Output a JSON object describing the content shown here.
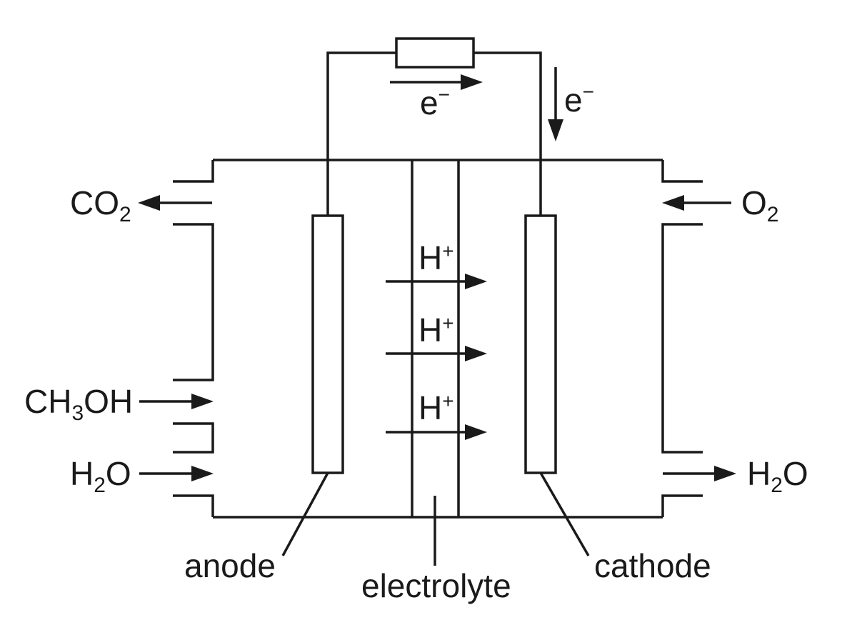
{
  "labels": {
    "anode": "anode",
    "cathode": "cathode",
    "electrolyte": "electrolyte"
  },
  "species": {
    "co2": {
      "main": "CO",
      "sub": "2"
    },
    "o2": {
      "main": "O",
      "sub": "2"
    },
    "methanol": {
      "pre": "CH",
      "sub": "3",
      "post": "OH"
    },
    "water_in": {
      "pre": "H",
      "sub": "2",
      "post": "O"
    },
    "water_out": {
      "pre": "H",
      "sub": "2",
      "post": "O"
    },
    "proton": {
      "main": "H",
      "sup": "+"
    },
    "electron": {
      "main": "e",
      "sup": "−"
    }
  }
}
